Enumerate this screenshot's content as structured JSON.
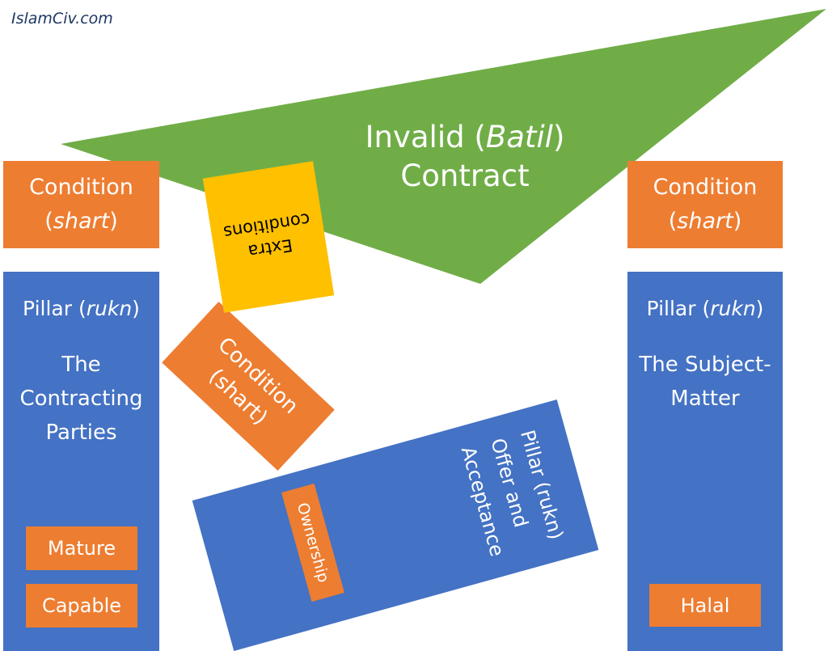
{
  "site": {
    "label": "IslamCiv.com"
  },
  "colors": {
    "orange": "#ed7d31",
    "blue": "#4472c4",
    "green": "#70ad47",
    "yellow": "#ffc000",
    "site_text": "#1f3864"
  },
  "triangle": {
    "line1_prefix": "Invalid (",
    "line1_term": "Batil",
    "line1_suffix": ")",
    "line2": "Contract"
  },
  "extra_conditions": {
    "line1": "Extra",
    "line2": "conditions"
  },
  "left": {
    "condition": {
      "label": "Condition",
      "term_prefix": "(",
      "term": "shart",
      "term_suffix": ")"
    },
    "pillar": {
      "head_prefix": "Pillar (",
      "head_term": "rukn",
      "head_suffix": ")",
      "body": [
        "The",
        "Contracting",
        "Parties"
      ]
    },
    "tags": [
      "Mature",
      "Capable"
    ]
  },
  "middle": {
    "condition": {
      "line1": "Condition",
      "line2": "(shart)"
    },
    "pillar": {
      "head": "Pillar (rukn)",
      "body": [
        "Offer and",
        "Acceptance"
      ]
    },
    "tag": "Ownership"
  },
  "right": {
    "condition": {
      "label": "Condition",
      "term_prefix": "(",
      "term": "shart",
      "term_suffix": ")"
    },
    "pillar": {
      "head_prefix": "Pillar (",
      "head_term": "rukn",
      "head_suffix": ")",
      "body": [
        "The Subject-",
        "Matter"
      ]
    },
    "tags": [
      "Halal"
    ]
  }
}
